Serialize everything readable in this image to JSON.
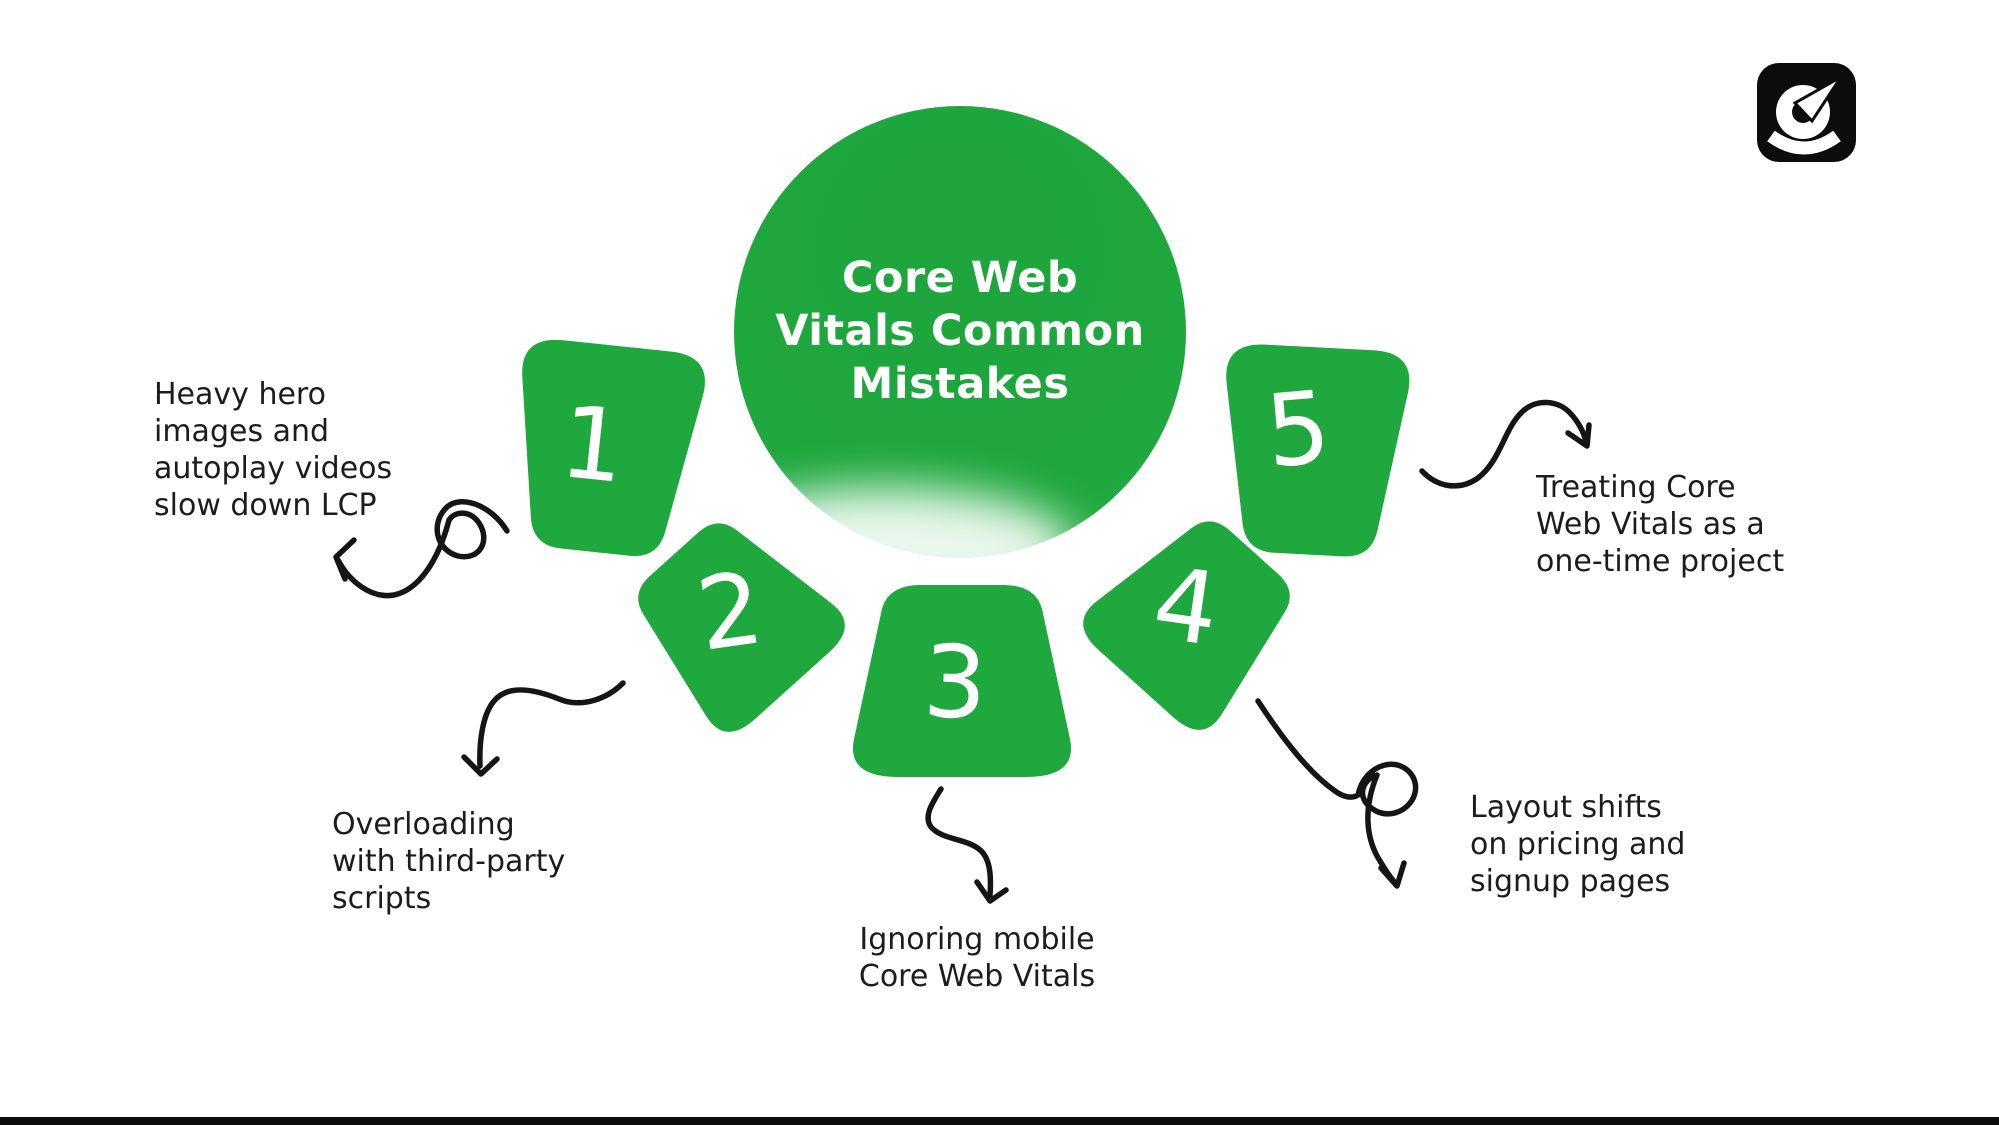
{
  "colors": {
    "background": "#ffffff",
    "green": "#1fa83e",
    "green_edge": "#2cb34c",
    "arrow": "#151515",
    "label_text": "#1c1c1c",
    "title_text": "#ffffff",
    "logo_bg": "#0c0c0c",
    "footer_bar": "#0c0c0c"
  },
  "center": {
    "title": "Core Web\nVitals Common\nMistakes"
  },
  "petals": [
    {
      "number": "1"
    },
    {
      "number": "2"
    },
    {
      "number": "3"
    },
    {
      "number": "4"
    },
    {
      "number": "5"
    }
  ],
  "mistakes": [
    {
      "petal": "1",
      "text": "Heavy hero\nimages and\nautoplay videos\nslow down LCP"
    },
    {
      "petal": "2",
      "text": "Overloading\nwith third-party\nscripts"
    },
    {
      "petal": "3",
      "text": "Ignoring mobile\nCore Web Vitals"
    },
    {
      "petal": "4",
      "text": "Layout shifts\non pricing and\nsignup pages"
    },
    {
      "petal": "5",
      "text": "Treating Core\nWeb Vitals as a\none-time project"
    }
  ],
  "icons": {
    "logo": "gauge-g-icon"
  }
}
